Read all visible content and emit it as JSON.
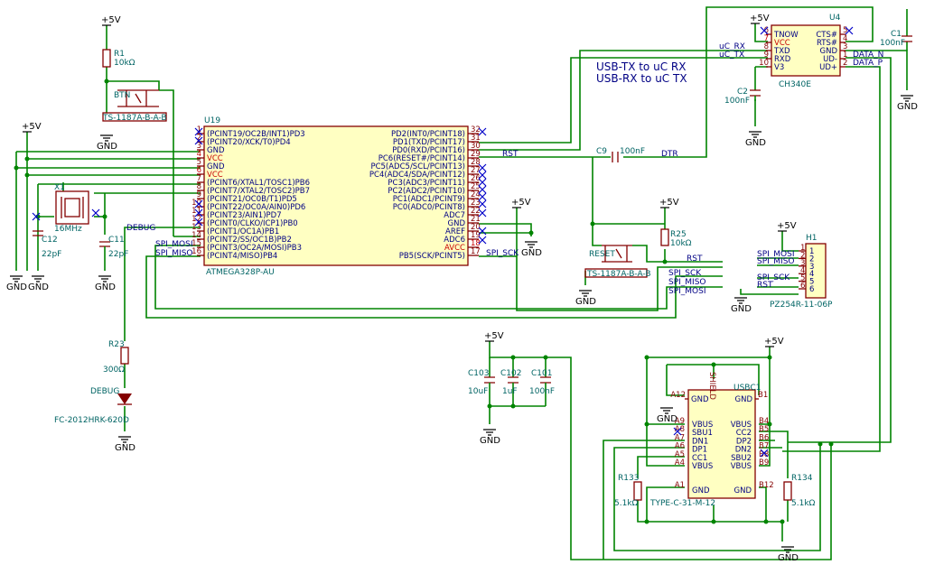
{
  "power": {
    "p5v": "+5V",
    "gnd": "GND"
  },
  "note": {
    "line1": "USB-TX to uC RX",
    "line2": "USB-RX to uC TX"
  },
  "u19": {
    "ref": "U19",
    "value": "ATMEGA328P-AU",
    "left_pins": [
      {
        "num": "1",
        "name": "(PCINT19/OC2B/INT1)PD3"
      },
      {
        "num": "2",
        "name": "(PCINT20/XCK/T0)PD4"
      },
      {
        "num": "3",
        "name": "GND"
      },
      {
        "num": "4",
        "name": "VCC"
      },
      {
        "num": "5",
        "name": "GND"
      },
      {
        "num": "6",
        "name": "VCC"
      },
      {
        "num": "7",
        "name": "(PCINT6/XTAL1/TOSC1)PB6"
      },
      {
        "num": "8",
        "name": "(PCINT7/XTAL2/TOSC2)PB7"
      },
      {
        "num": "9",
        "name": "(PCINT21/OC0B/T1)PD5"
      },
      {
        "num": "10",
        "name": "(PCINT22/OC0A/AIN0)PD6"
      },
      {
        "num": "11",
        "name": "(PCINT23/AIN1)PD7"
      },
      {
        "num": "12",
        "name": "(PCINT0/CLKO/ICP1)PB0"
      },
      {
        "num": "13",
        "name": "(PCINT1/OC1A)PB1"
      },
      {
        "num": "14",
        "name": "(PCINT2/SS/OC1B)PB2"
      },
      {
        "num": "15",
        "name": "(PCINT3/OC2A/MOSI)PB3"
      },
      {
        "num": "16",
        "name": "(PCINT4/MISO)PB4"
      }
    ],
    "right_pins": [
      {
        "num": "32",
        "name": "PD2(INT0/PCINT18)"
      },
      {
        "num": "31",
        "name": "PD1(TXD/PCINT17)"
      },
      {
        "num": "30",
        "name": "PD0(RXD/PCINT16)"
      },
      {
        "num": "29",
        "name": "PC6(RESET#/PCINT14)"
      },
      {
        "num": "28",
        "name": "PC5(ADC5/SCL/PCINT13)"
      },
      {
        "num": "27",
        "name": "PC4(ADC4/SDA/PCINT12)"
      },
      {
        "num": "26",
        "name": "PC3(ADC3/PCINT11)"
      },
      {
        "num": "25",
        "name": "PC2(ADC2/PCINT10)"
      },
      {
        "num": "24",
        "name": "PC1(ADC1/PCINT9)"
      },
      {
        "num": "23",
        "name": "PC0(ADC0/PCINT8)"
      },
      {
        "num": "22",
        "name": "ADC7"
      },
      {
        "num": "21",
        "name": "GND"
      },
      {
        "num": "20",
        "name": "AREF"
      },
      {
        "num": "19",
        "name": "ADC6"
      },
      {
        "num": "18",
        "name": "AVCC"
      },
      {
        "num": "17",
        "name": "PB5(SCK/PCINT5)"
      }
    ]
  },
  "u4": {
    "ref": "U4",
    "value": "CH340E",
    "left_pins": [
      {
        "num": "6",
        "name": "TNOW"
      },
      {
        "num": "7",
        "name": "VCC"
      },
      {
        "num": "8",
        "name": "TXD"
      },
      {
        "num": "9",
        "name": "RXD"
      },
      {
        "num": "10",
        "name": "V3"
      }
    ],
    "right_pins": [
      {
        "num": "5",
        "name": "CTS#"
      },
      {
        "num": "4",
        "name": "RTS#"
      },
      {
        "num": "3",
        "name": "GND"
      },
      {
        "num": "1",
        "name": "UD-"
      },
      {
        "num": "2",
        "name": "UD+"
      }
    ]
  },
  "usbc": {
    "ref": "USBC1",
    "value": "TYPE-C-31-M-12",
    "left_pins": [
      {
        "num": "A12",
        "name": "GND"
      },
      {
        "num": "A9",
        "name": "VBUS"
      },
      {
        "num": "A8",
        "name": "SBU1"
      },
      {
        "num": "A7",
        "name": "DN1"
      },
      {
        "num": "A6",
        "name": "DP1"
      },
      {
        "num": "A5",
        "name": "CC1"
      },
      {
        "num": "A4",
        "name": "VBUS"
      },
      {
        "num": "A1",
        "name": "GND"
      }
    ],
    "right_pins": [
      {
        "num": "B1",
        "name": "GND"
      },
      {
        "num": "B4",
        "name": "VBUS"
      },
      {
        "num": "B5",
        "name": "CC2"
      },
      {
        "num": "B6",
        "name": "DP2"
      },
      {
        "num": "B7",
        "name": "DN2"
      },
      {
        "num": "B8",
        "name": "SBU2"
      },
      {
        "num": "B9",
        "name": "VBUS"
      },
      {
        "num": "B12",
        "name": "GND"
      }
    ],
    "shield": "SHIELD"
  },
  "h1": {
    "ref": "H1",
    "value": "PZ254R-11-06P",
    "pins": [
      "1",
      "2",
      "3",
      "4",
      "5",
      "6"
    ]
  },
  "components": {
    "r1": {
      "ref": "R1",
      "value": "10kΩ"
    },
    "r25": {
      "ref": "R25",
      "value": "10kΩ"
    },
    "r23": {
      "ref": "R23",
      "value": "300Ω"
    },
    "r133": {
      "ref": "R133",
      "value": "5.1kΩ"
    },
    "r134": {
      "ref": "R134",
      "value": "5.1kΩ"
    },
    "btn": {
      "ref": "BTN",
      "value": "TS-1187A-B-A-B"
    },
    "reset": {
      "ref": "RESET",
      "value": "TS-1187A-B-A-B"
    },
    "x1": {
      "ref": "X1",
      "value": "16MHz"
    },
    "c11": {
      "ref": "C11",
      "value": "22pF"
    },
    "c12": {
      "ref": "C12",
      "value": "22pF"
    },
    "c9": {
      "ref": "C9",
      "value": "100nF"
    },
    "c1": {
      "ref": "C1",
      "value": "100nF"
    },
    "c2": {
      "ref": "C2",
      "value": "100nF"
    },
    "c103": {
      "ref": "C103",
      "value": "10uF"
    },
    "c102": {
      "ref": "C102",
      "value": "1uF"
    },
    "c101": {
      "ref": "C101",
      "value": "100nF"
    },
    "led": {
      "ref": "DEBUG",
      "value": "FC-2012HRK-620D"
    }
  },
  "nets": {
    "debug": "DEBUG",
    "spi_mosi": "SPI_MOSI",
    "spi_miso": "SPI_MISO",
    "spi_sck": "SPI_SCK",
    "rst": "RST",
    "dtr": "DTR",
    "uc_rx": "uC_RX",
    "uc_tx": "uC_TX",
    "data_n": "DATA_N",
    "data_p": "DATA_P"
  }
}
